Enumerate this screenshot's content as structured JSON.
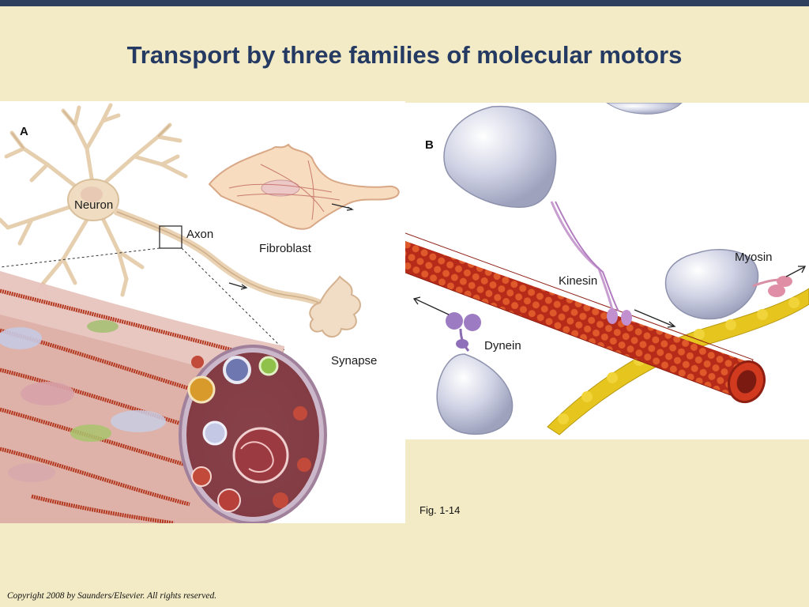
{
  "slide": {
    "title": "Transport by three families of molecular motors",
    "figure_number": "Fig. 1-14",
    "copyright": "Copyright 2008 by Saunders/Elsevier. All rights reserved."
  },
  "panel_a": {
    "letter": "A",
    "labels": {
      "neuron": "Neuron",
      "axon": "Axon",
      "fibroblast": "Fibroblast",
      "synapse": "Synapse"
    }
  },
  "panel_b": {
    "letter": "B",
    "labels": {
      "kinesin": "Kinesin",
      "myosin": "Myosin",
      "dynein": "Dynein"
    }
  },
  "colors": {
    "title": "#253a63",
    "background": "#f2ebc5",
    "top_bar": "#2d3f5c",
    "microtubule": "#c8321c",
    "actin": "#e2c41e",
    "motor_cargo": "#c9cde0"
  }
}
